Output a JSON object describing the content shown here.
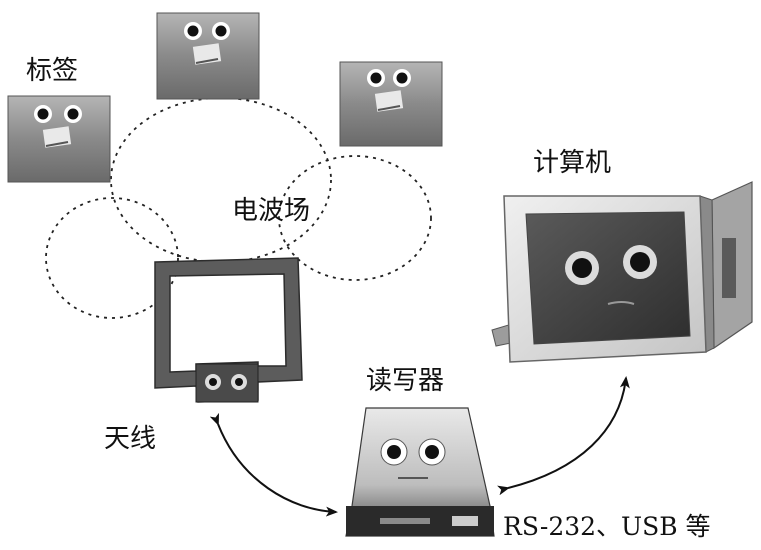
{
  "labels": {
    "tag": "标签",
    "field": "电波场",
    "computer": "计算机",
    "reader": "读写器",
    "antenna": "天线",
    "interface": "RS-232、USB 等"
  },
  "icons": {
    "tag": "rfid-tag-icon",
    "antenna": "antenna-icon",
    "reader": "reader-device-icon",
    "computer": "computer-monitor-icon"
  }
}
